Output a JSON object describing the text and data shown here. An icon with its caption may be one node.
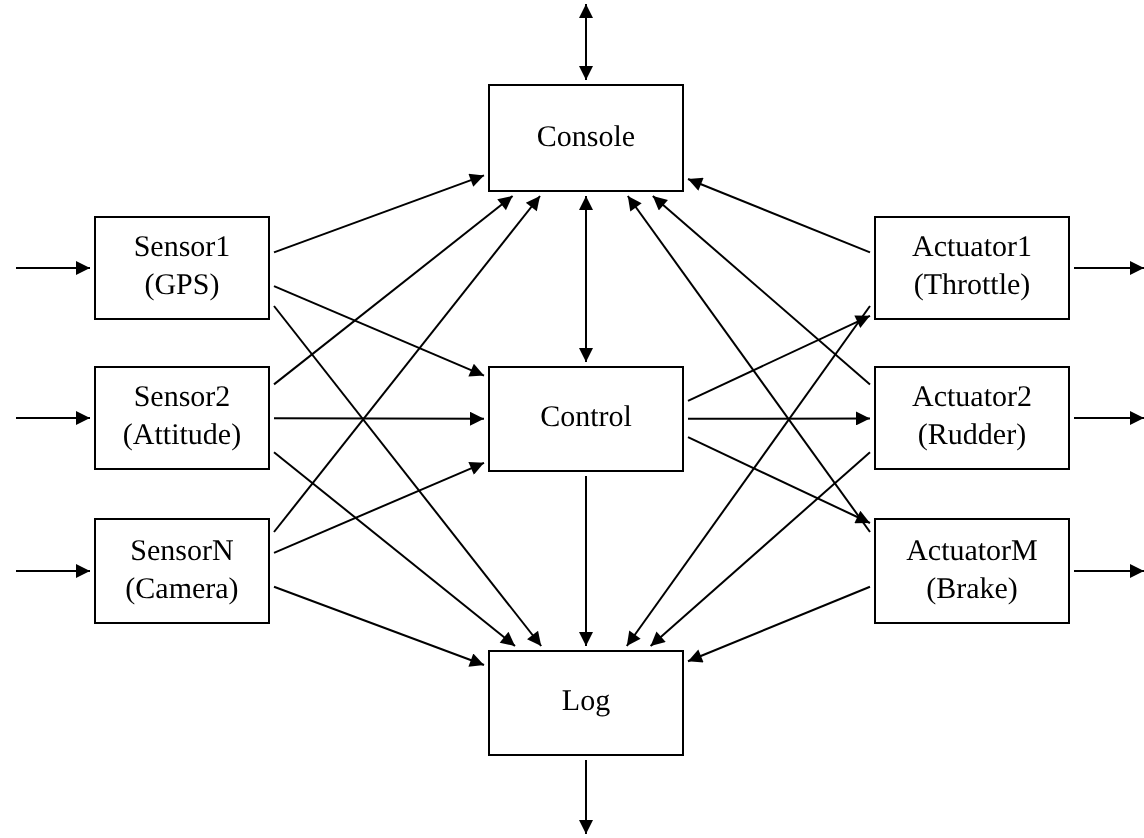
{
  "diagram": {
    "nodes": [
      {
        "text": [
          "Console"
        ]
      },
      {
        "text": [
          "Sensor1 (GPS)"
        ]
      },
      {
        "text": [
          "Sensor2 (Attitude)"
        ]
      },
      {
        "text": [
          "SensorN (Camera)"
        ]
      },
      {
        "text": [
          "Control"
        ]
      },
      {
        "text": [
          "Actuator1 (Throttle)"
        ]
      },
      {
        "text": [
          "Actuator2 (Rudder)"
        ]
      },
      {
        "text": [
          "ActuatorM (Brake)"
        ]
      },
      {
        "text": [
          "Log"
        ]
      }
    ],
    "edges": [
      {
        "from": null,
        "to": 0,
        "arrow": "both"
      },
      {
        "from": null,
        "to": 1,
        "arrow": "to"
      },
      {
        "from": null,
        "to": 2,
        "arrow": "to"
      },
      {
        "from": null,
        "to": 3,
        "arrow": "to"
      },
      {
        "from": 1,
        "to": 0,
        "arrow": "to"
      },
      {
        "from": 1,
        "to": 4,
        "arrow": "to"
      },
      {
        "from": 1,
        "to": 8,
        "arrow": "to"
      },
      {
        "from": 2,
        "to": 0,
        "arrow": "to"
      },
      {
        "from": 2,
        "to": 4,
        "arrow": "to"
      },
      {
        "from": 2,
        "to": 8,
        "arrow": "to"
      },
      {
        "from": 3,
        "to": 0,
        "arrow": "to"
      },
      {
        "from": 3,
        "to": 4,
        "arrow": "to"
      },
      {
        "from": 3,
        "to": 8,
        "arrow": "to"
      },
      {
        "from": 0,
        "to": 4,
        "arrow": "both"
      },
      {
        "from": 4,
        "to": 8,
        "arrow": "to"
      },
      {
        "from": 4,
        "to": 5,
        "arrow": "to"
      },
      {
        "from": 4,
        "to": 6,
        "arrow": "to"
      },
      {
        "from": 4,
        "to": 7,
        "arrow": "to"
      },
      {
        "from": 5,
        "to": 0,
        "arrow": "to"
      },
      {
        "from": 5,
        "to": 8,
        "arrow": "to"
      },
      {
        "from": 6,
        "to": 0,
        "arrow": "to"
      },
      {
        "from": 6,
        "to": 8,
        "arrow": "to"
      },
      {
        "from": 7,
        "to": 0,
        "arrow": "to"
      },
      {
        "from": 7,
        "to": 8,
        "arrow": "to"
      },
      {
        "from": 5,
        "to": null,
        "arrow": "to"
      },
      {
        "from": 6,
        "to": null,
        "arrow": "to"
      },
      {
        "from": 7,
        "to": null,
        "arrow": "to"
      },
      {
        "from": 8,
        "to": null,
        "arrow": "to"
      }
    ]
  }
}
